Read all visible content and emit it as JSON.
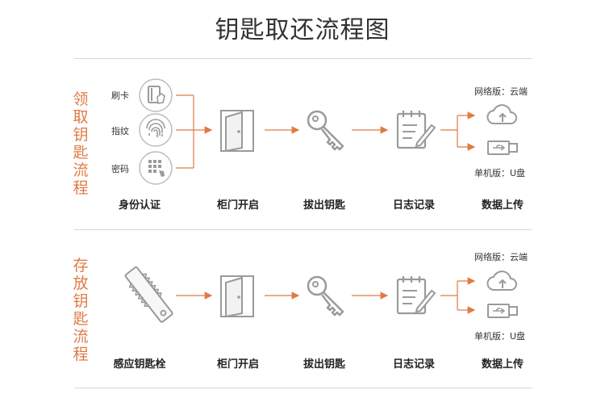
{
  "title": "钥匙取还流程图",
  "flow_pickup": {
    "side_title": "领取钥匙流程",
    "auth_methods": [
      {
        "label": "刷卡",
        "icon": "card-swipe-icon"
      },
      {
        "label": "指纹",
        "icon": "fingerprint-icon"
      },
      {
        "label": "密码",
        "icon": "keypad-icon"
      }
    ],
    "steps": [
      "身份认证",
      "柜门开启",
      "拔出钥匙",
      "日志记录",
      "数据上传"
    ],
    "upload_targets": {
      "network": "网络版：云端",
      "standalone": "单机版：U盘"
    }
  },
  "flow_return": {
    "side_title": "存放钥匙流程",
    "steps": [
      "感应钥匙栓",
      "柜门开启",
      "拔出钥匙",
      "日志记录",
      "数据上传"
    ],
    "upload_targets": {
      "network": "网络版：云端",
      "standalone": "单机版：U盘"
    }
  },
  "colors": {
    "accent": "#e07a45",
    "icon_gray": "#9a9a9a",
    "rule": "#d8d8d8"
  }
}
